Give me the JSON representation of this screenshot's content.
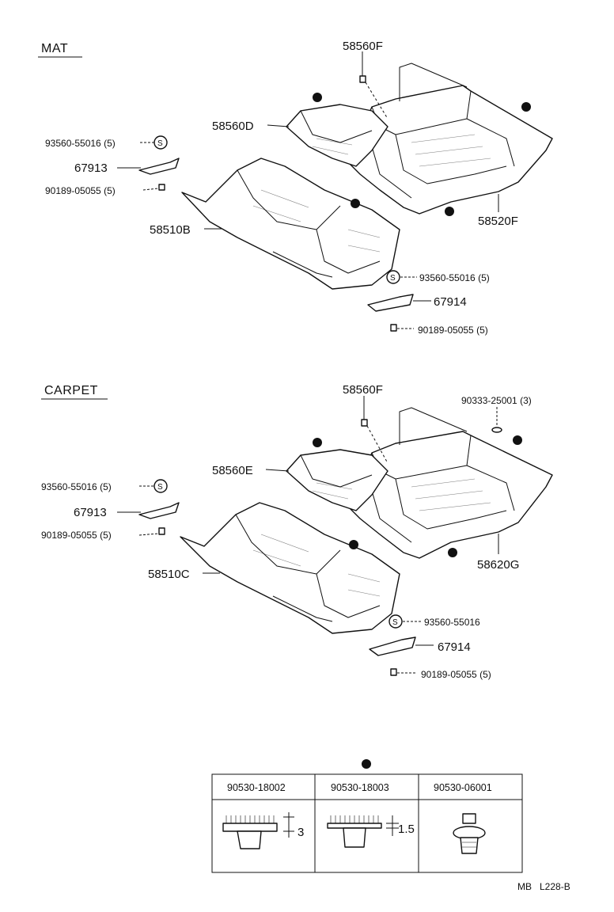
{
  "sections": {
    "mat_title": "MAT",
    "carpet_title": "CARPET"
  },
  "mat": {
    "p1": "58560F",
    "p2": "58560D",
    "p3": "93560-55016 (5)",
    "p4": "67913",
    "p5": "90189-05055 (5)",
    "p6": "58510B",
    "p7": "58520F",
    "p8": "93560-55016 (5)",
    "p9": "67914",
    "p10": "90189-05055 (5)"
  },
  "carpet": {
    "p1": "58560F",
    "p2": "90333-25001 (3)",
    "p3": "58560E",
    "p4": "93560-55016 (5)",
    "p5": "67913",
    "p6": "90189-05055 (5)",
    "p7": "58510C",
    "p8": "58620G",
    "p9": "93560-55016",
    "p10": "67914",
    "p11": "90189-05055 (5)"
  },
  "symbols": {
    "s_mark": "S"
  },
  "table": {
    "headers": [
      "90530-18002",
      "90530-18003",
      "90530-06001"
    ],
    "dims": [
      "3",
      "1.5"
    ]
  },
  "footer": {
    "code": "MB   L228-B"
  }
}
